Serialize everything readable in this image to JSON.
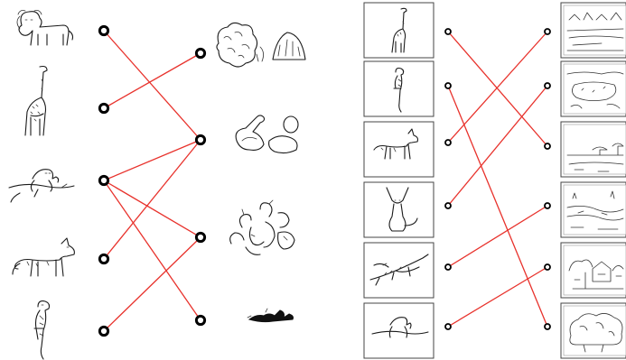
{
  "colors": {
    "link": "#e8322c",
    "ink": "#1a1a1a",
    "frame": "#444444"
  },
  "left_exercise": {
    "animals": [
      {
        "id": "lion",
        "icon": "lion-icon"
      },
      {
        "id": "giraffe",
        "icon": "giraffe-icon"
      },
      {
        "id": "monkey",
        "icon": "monkey-icon"
      },
      {
        "id": "wolf",
        "icon": "wolf-icon"
      },
      {
        "id": "parrot",
        "icon": "parrot-icon"
      }
    ],
    "foods": [
      {
        "id": "leaves",
        "icon": "leaves-hay-icon"
      },
      {
        "id": "meat",
        "icon": "meat-egg-icon"
      },
      {
        "id": "fruit",
        "icon": "fruit-vegetables-icon"
      },
      {
        "id": "seeds",
        "icon": "seeds-icon"
      }
    ],
    "links": [
      [
        0,
        1
      ],
      [
        1,
        0
      ],
      [
        2,
        1
      ],
      [
        2,
        2
      ],
      [
        2,
        3
      ],
      [
        3,
        1
      ],
      [
        4,
        2
      ]
    ]
  },
  "right_exercise": {
    "animals": [
      {
        "id": "giraffe",
        "icon": "giraffe-icon"
      },
      {
        "id": "parrot",
        "icon": "parrot-icon"
      },
      {
        "id": "wolf",
        "icon": "wolf-icon"
      },
      {
        "id": "fennec-fox",
        "icon": "fennec-fox-icon"
      },
      {
        "id": "crocodile",
        "icon": "crocodile-icon"
      },
      {
        "id": "monkey",
        "icon": "monkey-icon"
      }
    ],
    "habitats": [
      {
        "id": "snow-village",
        "icon": "snow-landscape-icon"
      },
      {
        "id": "pond",
        "icon": "pond-icon"
      },
      {
        "id": "savanna",
        "icon": "savanna-icon"
      },
      {
        "id": "river",
        "icon": "river-icon"
      },
      {
        "id": "jungle-village",
        "icon": "jungle-village-icon"
      },
      {
        "id": "forest",
        "icon": "forest-icon"
      }
    ],
    "links": [
      [
        0,
        2
      ],
      [
        1,
        5
      ],
      [
        2,
        0
      ],
      [
        3,
        1
      ],
      [
        4,
        3
      ],
      [
        5,
        4
      ]
    ]
  }
}
